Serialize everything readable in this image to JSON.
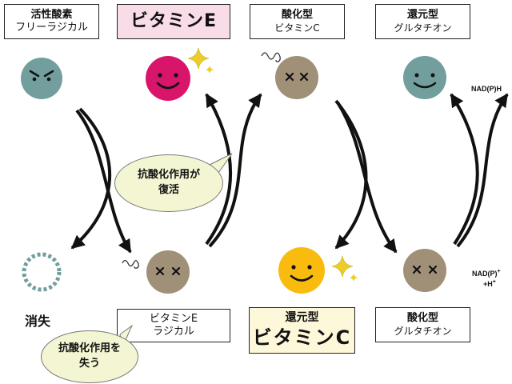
{
  "colors": {
    "face_teal": "#739e9e",
    "face_magenta": "#d8156a",
    "face_taupe": "#a09078",
    "face_yellow": "#f8bb0e",
    "sparkle": "#ecce2a",
    "highlight_pink": "#f8dde8",
    "highlight_cream": "#fdf8da",
    "bubble_fill": "#f4f5d2",
    "dashed_ring": "#739e9e"
  },
  "top": {
    "ros": {
      "line1": "活性酸素",
      "line2": "フリーラジカル"
    },
    "vitE": {
      "line1": "ビタミンE"
    },
    "oxVitC": {
      "line1": "酸化型",
      "line2": "ビタミンC"
    },
    "redGSH": {
      "line1": "還元型",
      "line2": "グルタチオン"
    }
  },
  "bottom": {
    "vanish": "消失",
    "vitERadical": {
      "line1": "ビタミンE",
      "line2": "ラジカル"
    },
    "redVitC": {
      "line1": "還元型",
      "line2": "ビタミンC"
    },
    "oxGSH": {
      "line1": "酸化型",
      "line2": "グルタチオン"
    }
  },
  "bubbles": {
    "restore": {
      "line1": "抗酸化作用が",
      "line2": "復活"
    },
    "lose": {
      "line1": "抗酸化作用を",
      "line2": "失う"
    }
  },
  "notes": {
    "nadph": "NAD(P)H",
    "nadp_base": "NAD(P)",
    "nadp_sup": "+",
    "h_base": "+H",
    "h_sup": "+"
  },
  "icons": {
    "ros_face": "angry-face-icon",
    "vitE_face": "smiling-face-icon",
    "oxVitC_face": "x-eyes-face-icon",
    "redGSH_face": "smiling-face-icon",
    "vitERadical_face": "x-eyes-face-icon",
    "redVitC_face": "smiling-face-icon",
    "oxGSH_face": "x-eyes-face-icon",
    "sparkle": "sparkle-icon",
    "dizzy": "dizzy-swirl-icon",
    "vanished": "dashed-circle-icon"
  }
}
